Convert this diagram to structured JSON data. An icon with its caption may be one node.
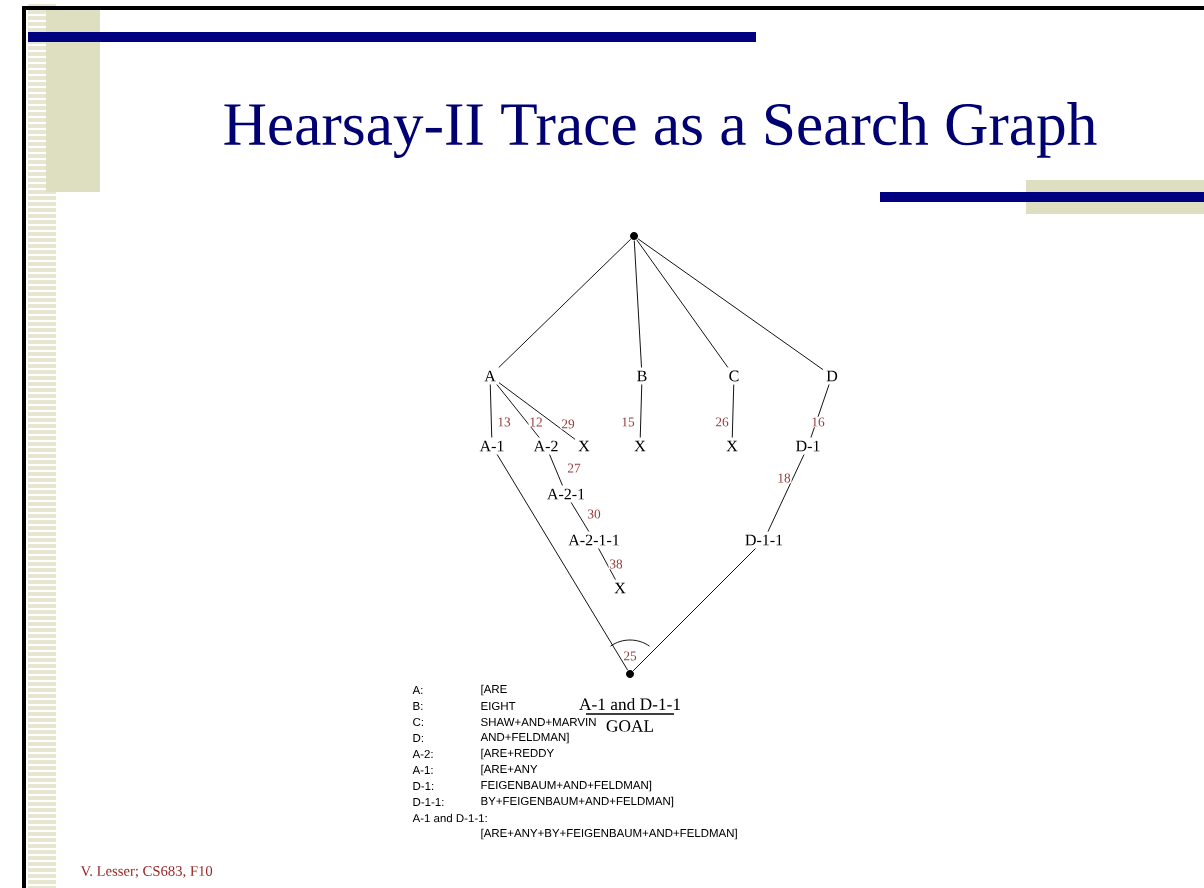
{
  "diagram": {
    "title": "Hearsay-II Trace as a Search Graph",
    "nodes": [
      {
        "text": [],
        "shape": "circle"
      },
      {
        "text": [
          "A"
        ]
      },
      {
        "text": [
          "B"
        ]
      },
      {
        "text": [
          "C"
        ]
      },
      {
        "text": [
          "D"
        ]
      },
      {
        "text": [
          "A-1"
        ]
      },
      {
        "text": [
          "A-2"
        ]
      },
      {
        "text": [
          "X"
        ]
      },
      {
        "text": [
          "X"
        ]
      },
      {
        "text": [
          "X"
        ]
      },
      {
        "text": [
          "D-1"
        ]
      },
      {
        "text": [
          "A-2-1"
        ]
      },
      {
        "text": [
          "A-2-1-1"
        ]
      },
      {
        "text": [
          "X"
        ]
      },
      {
        "text": [
          "D-1-1"
        ]
      },
      {
        "text": [],
        "shape": "circle",
        "beside": [
          "A-1 and D-1-1",
          "GOAL"
        ]
      }
    ],
    "edges": [
      {
        "from": 0,
        "to": 1,
        "arrow": "none"
      },
      {
        "from": 0,
        "to": 2,
        "arrow": "none"
      },
      {
        "from": 0,
        "to": 3,
        "arrow": "none"
      },
      {
        "from": 0,
        "to": 4,
        "arrow": "none"
      },
      {
        "from": 1,
        "to": 5,
        "arrow": "none",
        "label": "13"
      },
      {
        "from": 1,
        "to": 6,
        "arrow": "none",
        "label": "12"
      },
      {
        "from": 1,
        "to": 7,
        "arrow": "none",
        "label": "29"
      },
      {
        "from": 2,
        "to": 8,
        "arrow": "none",
        "label": "15"
      },
      {
        "from": 3,
        "to": 9,
        "arrow": "none",
        "label": "26"
      },
      {
        "from": 4,
        "to": 10,
        "arrow": "none",
        "label": "16"
      },
      {
        "from": 6,
        "to": 11,
        "arrow": "none",
        "label": "27"
      },
      {
        "from": 11,
        "to": 12,
        "arrow": "none",
        "label": "30"
      },
      {
        "from": 12,
        "to": 13,
        "arrow": "none",
        "label": "38"
      },
      {
        "from": 10,
        "to": 14,
        "arrow": "none",
        "label": "18"
      },
      {
        "from": 5,
        "to": 15,
        "arrow": "none"
      },
      {
        "from": 14,
        "to": 15,
        "arrow": "none"
      }
    ],
    "labels": [
      "25",
      "A:",
      "[ARE",
      "B:",
      "EIGHT",
      "C:",
      "SHAW+AND+MARVIN",
      "D:",
      "AND+FELDMAN]",
      "A-2:",
      "[ARE+REDDY",
      "A-1:",
      "[ARE+ANY",
      "D-1:",
      "FEIGENBAUM+AND+FELDMAN]",
      "D-1-1:",
      "BY+FEIGENBAUM+AND+FELDMAN]",
      "A-1 and D-1-1:",
      "[ARE+ANY+BY+FEIGENBAUM+AND+FELDMAN]",
      "V. Lesser; CS683, F10"
    ]
  }
}
